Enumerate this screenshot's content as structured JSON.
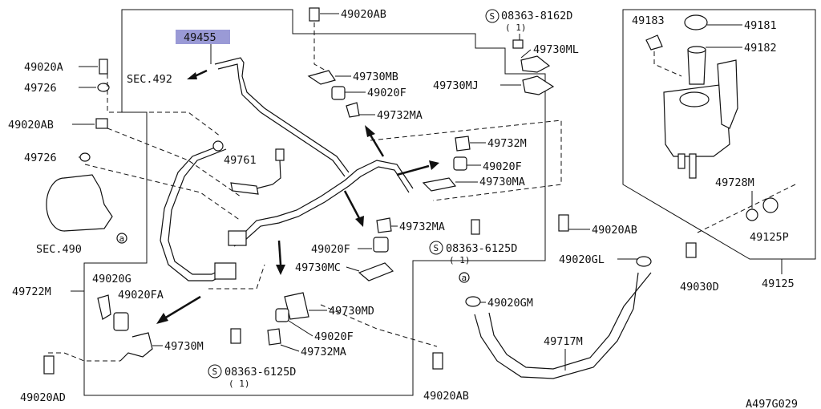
{
  "diagram": {
    "part_numbers": {
      "p49455": "49455",
      "sec492": "SEC.492",
      "p49020A": "49020A",
      "p49726_a": "49726",
      "p49020AB_left": "49020AB",
      "p49726_b": "49726",
      "sec490": "SEC.490",
      "p49761": "49761",
      "p49722M": "49722M",
      "p49020G": "49020G",
      "p49020FA": "49020FA",
      "p49730M": "49730M",
      "p49020AD": "49020AD",
      "p49020AB_top": "49020AB",
      "p49730MB": "49730MB",
      "p49020F_a": "49020F",
      "p49732MA_a": "49732MA",
      "p08363_8162D": "08363-8162D",
      "qty_8162D": "( 1)",
      "p49730ML": "49730ML",
      "p49730MJ": "49730MJ",
      "p49732M": "49732M",
      "p49020F_b": "49020F",
      "p49730MA": "49730MA",
      "p49732MA_b": "49732MA",
      "p08363_6125D_a": "08363-6125D",
      "qty_6125D_a": "( 1)",
      "p49020F_c": "49020F",
      "p49730MC": "49730MC",
      "p49730MD": "49730MD",
      "p49020F_d": "49020F",
      "p49732MA_c": "49732MA",
      "p08363_6125D_b": "08363-6125D",
      "qty_6125D_b": "( 1)",
      "p49020AB_mid": "49020AB",
      "p49020GL": "49020GL",
      "p49020GM": "49020GM",
      "p49717M": "49717M",
      "p49020AB_bottom": "49020AB",
      "p49183": "49183",
      "p49181": "49181",
      "p49182": "49182",
      "p49728M": "49728M",
      "p49125P": "49125P",
      "p49030D": "49030D",
      "p49125": "49125"
    },
    "s_symbol": "S",
    "callout_a": "a",
    "figure_code": "A497G029",
    "highlight_color": "#9a9ad6"
  }
}
